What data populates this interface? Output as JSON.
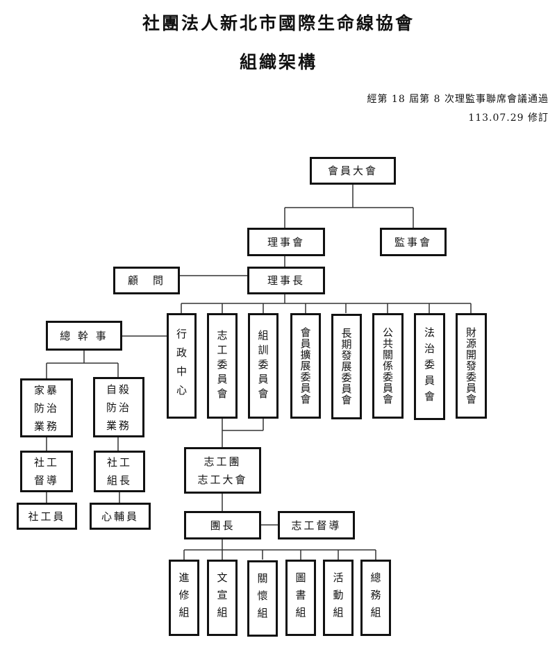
{
  "header": {
    "title": "社團法人新北市國際生命線協會",
    "subtitle": "組織架構",
    "approval_note": "經第 18 屆第 8 次理監事聯席會議通過",
    "revision_note": "113.07.29 修訂"
  },
  "org": {
    "general_assembly": "會員大會",
    "board": "理事會",
    "supervisors": "監事會",
    "advisor": "顧　問",
    "chairman": "理事長",
    "secretary_general": "總 幹 事",
    "committees": [
      "行政中心",
      "志工委員會",
      "組訓委員會",
      "會員擴展委員會",
      "長期發展委員會",
      "公共關係委員會",
      "法治委員會",
      "財源開發委員會"
    ],
    "domestic_violence": "家暴\n防治\n業務",
    "suicide_prevention": "自殺\n防治\n業務",
    "social_work_supervisor": "社工\n督導",
    "social_work_leader": "社工\n組長",
    "social_worker": "社工員",
    "counselor": "心輔員",
    "volunteer_corps": "志工團\n志工大會",
    "corps_leader": "團長",
    "volunteer_supervisor": "志工督導",
    "groups": [
      "進修組",
      "文宣組",
      "關懷組",
      "圖書組",
      "活動組",
      "總務組"
    ]
  }
}
